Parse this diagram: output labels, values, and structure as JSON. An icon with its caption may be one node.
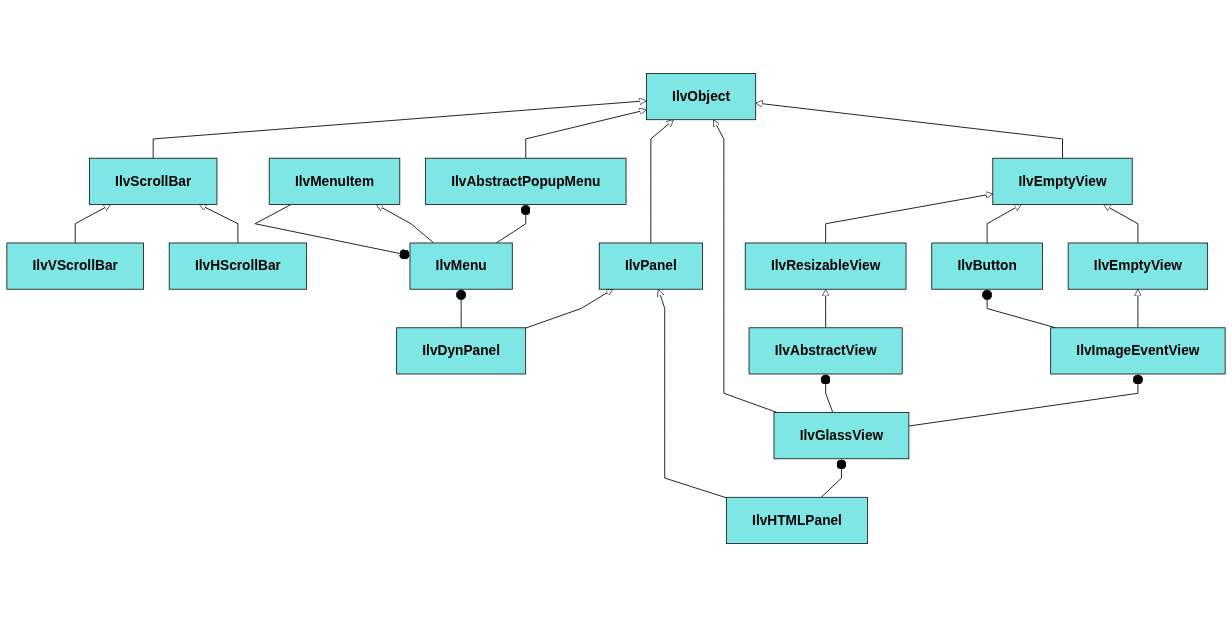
{
  "diagram": {
    "nodes": [
      {
        "text": [
          "IlvObject"
        ]
      },
      {
        "text": [
          "IlvEmptyView"
        ]
      },
      {
        "text": [
          "IlvPanel"
        ]
      },
      {
        "text": [
          "IlvEmptyView"
        ]
      },
      {
        "text": [
          "IlvButton"
        ]
      },
      {
        "text": [
          "IlvResizableView"
        ]
      },
      {
        "text": [
          "IlvGlassView"
        ]
      },
      {
        "text": [
          "IlvHTMLPanel"
        ]
      },
      {
        "text": [
          "IlvDynPanel"
        ]
      },
      {
        "text": [
          "IlvImageEventView"
        ]
      },
      {
        "text": [
          "IlvAbstractView"
        ]
      },
      {
        "text": [
          "IlvMenuItem"
        ]
      },
      {
        "text": [
          "IlvAbstractPopupMenu"
        ]
      },
      {
        "text": [
          "IlvMenu"
        ]
      },
      {
        "text": [
          "IlvScrollBar"
        ]
      },
      {
        "text": [
          "IlvHScrollBar"
        ]
      },
      {
        "text": [
          "IlvVScrollBar"
        ]
      }
    ],
    "edges": [
      {
        "from": 1,
        "to": 0,
        "arrow": "to"
      },
      {
        "from": 6,
        "to": 0,
        "arrow": "to"
      },
      {
        "from": 2,
        "to": 0,
        "arrow": "to"
      },
      {
        "from": 12,
        "to": 0,
        "arrow": "to"
      },
      {
        "from": 14,
        "to": 0,
        "arrow": "to"
      },
      {
        "from": 3,
        "to": 1,
        "arrow": "to"
      },
      {
        "from": 4,
        "to": 1,
        "arrow": "to"
      },
      {
        "from": 5,
        "to": 1,
        "arrow": "to"
      },
      {
        "from": 7,
        "to": 2,
        "arrow": "to"
      },
      {
        "from": 8,
        "to": 2,
        "arrow": "to"
      },
      {
        "from": 7,
        "to": 6,
        "arrow": "other"
      },
      {
        "from": 9,
        "to": 3,
        "arrow": "to"
      },
      {
        "from": 9,
        "to": 4,
        "arrow": "other"
      },
      {
        "from": 10,
        "to": 5,
        "arrow": "to"
      },
      {
        "from": 6,
        "to": 10,
        "arrow": "other"
      },
      {
        "from": 6,
        "to": 9,
        "arrow": "other"
      },
      {
        "from": 8,
        "to": 13,
        "arrow": "other"
      },
      {
        "from": 11,
        "to": 13,
        "arrow": "other"
      },
      {
        "from": 13,
        "to": 11,
        "arrow": "to"
      },
      {
        "from": 13,
        "to": 12,
        "arrow": "other"
      },
      {
        "from": 15,
        "to": 14,
        "arrow": "to"
      },
      {
        "from": 16,
        "to": 14,
        "arrow": "to"
      }
    ]
  }
}
